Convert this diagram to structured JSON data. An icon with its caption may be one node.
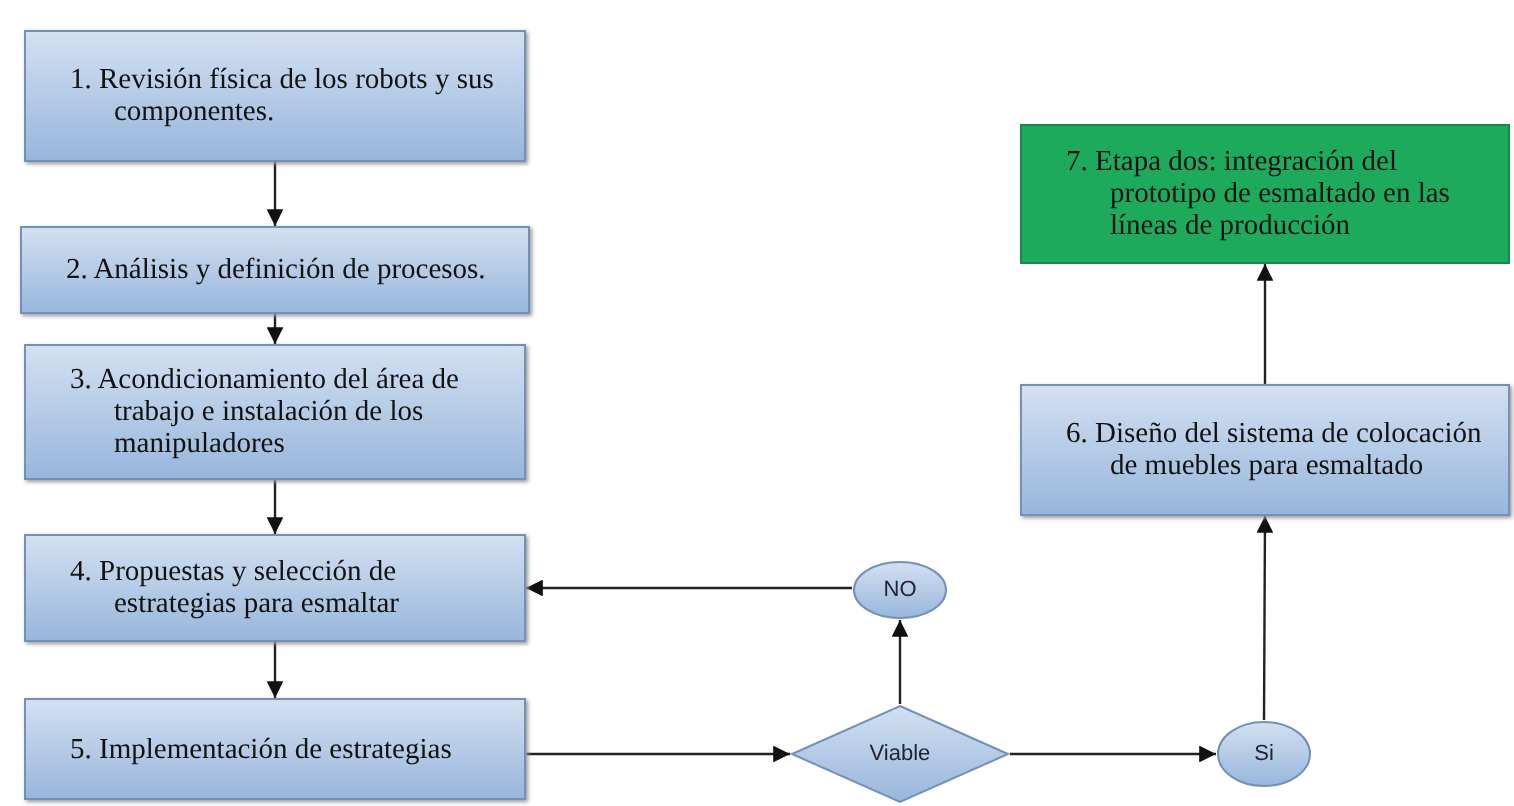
{
  "diagram": {
    "nodes": [
      {
        "text": [
          "1. Revisión física de los robots y sus componentes."
        ]
      },
      {
        "text": [
          "2. Análisis y definición de procesos."
        ]
      },
      {
        "text": [
          "3. Acondicionamiento del área de trabajo e instalación de los manipuladores"
        ]
      },
      {
        "text": [
          "4. Propuestas y selección de estrategias para esmaltar"
        ]
      },
      {
        "text": [
          "5. Implementación de estrategias"
        ]
      },
      {
        "text": [
          "Viable"
        ]
      },
      {
        "text": [
          "NO"
        ]
      },
      {
        "text": [
          "Si"
        ]
      },
      {
        "text": [
          "6. Diseño del sistema de colocación de muebles para esmaltado"
        ]
      },
      {
        "text": [
          "7. Etapa dos: integración del prototipo de esmaltado en las líneas de producción"
        ]
      }
    ],
    "edges": [
      {
        "from": 0,
        "to": 1,
        "arrow": "to"
      },
      {
        "from": 1,
        "to": 2,
        "arrow": "to"
      },
      {
        "from": 2,
        "to": 3,
        "arrow": "to"
      },
      {
        "from": 3,
        "to": 4,
        "arrow": "to"
      },
      {
        "from": 4,
        "to": 5,
        "arrow": "to"
      },
      {
        "from": 5,
        "to": 6,
        "arrow": "to"
      },
      {
        "from": 6,
        "to": 3,
        "arrow": "to"
      },
      {
        "from": 5,
        "to": 7,
        "arrow": "to"
      },
      {
        "from": 7,
        "to": 8,
        "arrow": "to"
      },
      {
        "from": 8,
        "to": 9,
        "arrow": "to"
      }
    ]
  }
}
